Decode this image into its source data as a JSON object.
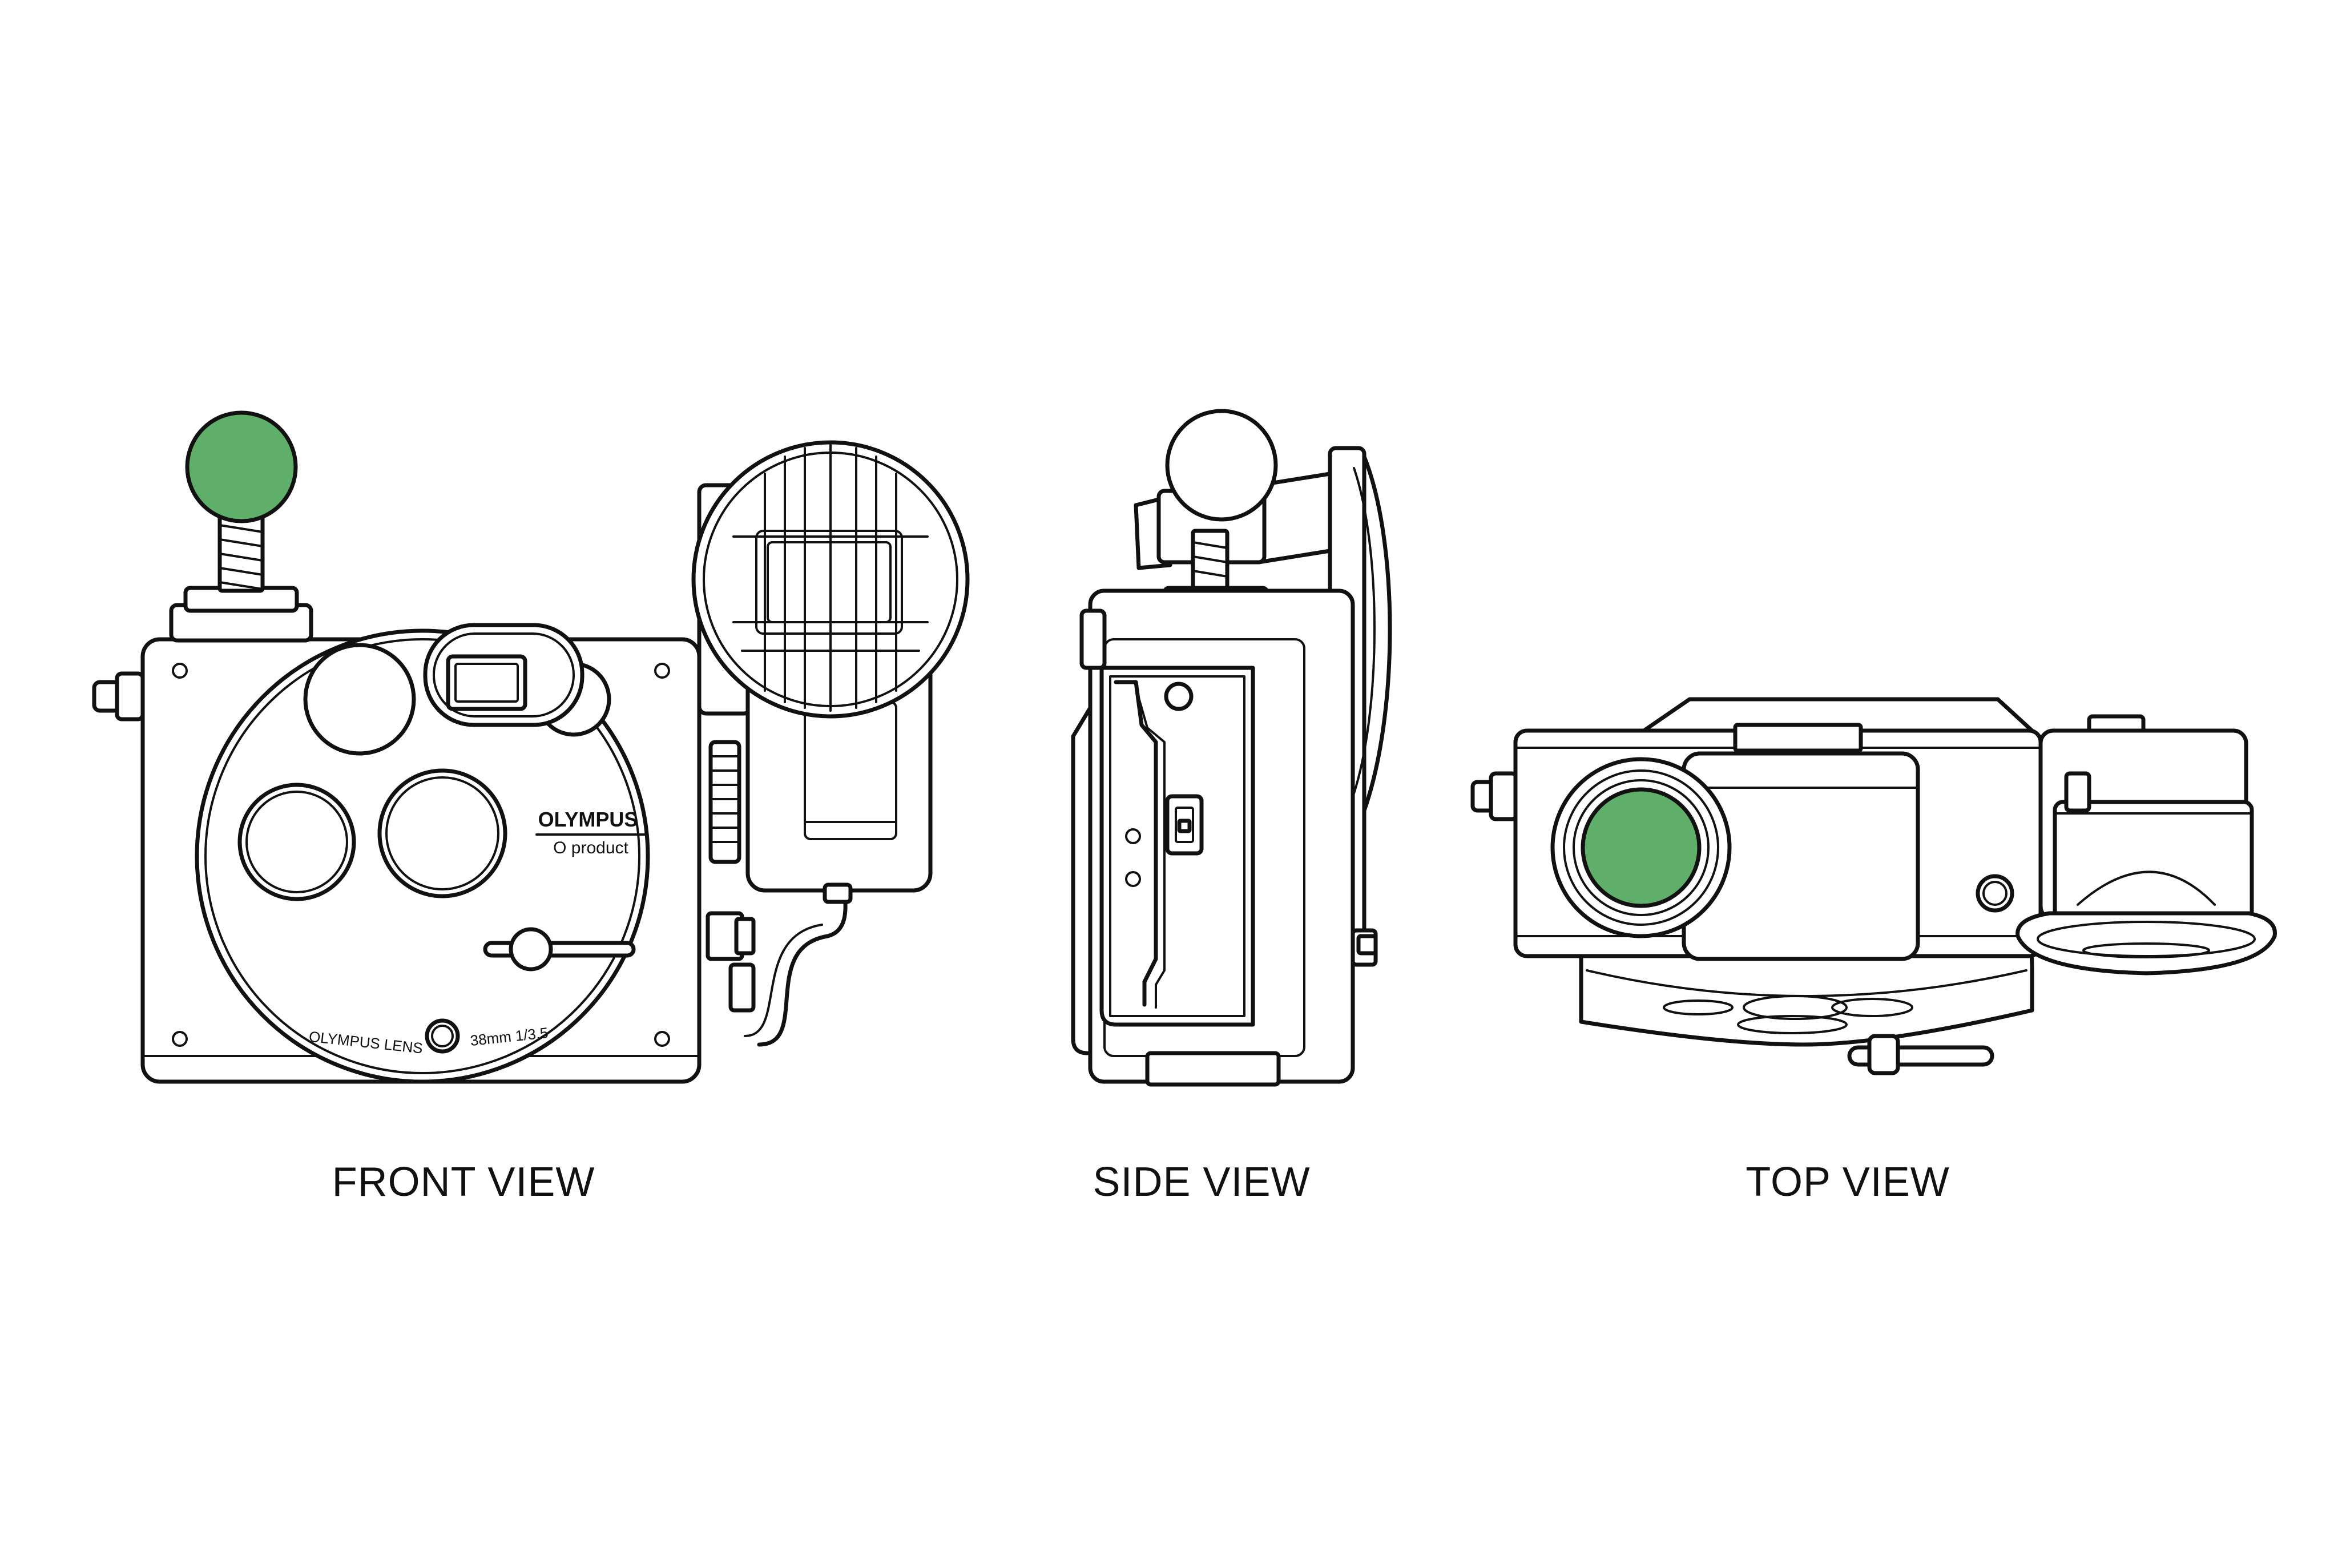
{
  "colors": {
    "accent_green": "#5fae6a",
    "line": "#111111",
    "background": "#ffffff"
  },
  "views": [
    {
      "id": "front",
      "caption": "FRONT VIEW"
    },
    {
      "id": "side",
      "caption": "SIDE VIEW"
    },
    {
      "id": "top",
      "caption": "TOP VIEW"
    }
  ],
  "front_markings": {
    "brand": "OLYMPUS",
    "sub_brand": "O product",
    "lens_name": "OLYMPUS LENS",
    "lens_spec": "38mm 1/3.5"
  }
}
